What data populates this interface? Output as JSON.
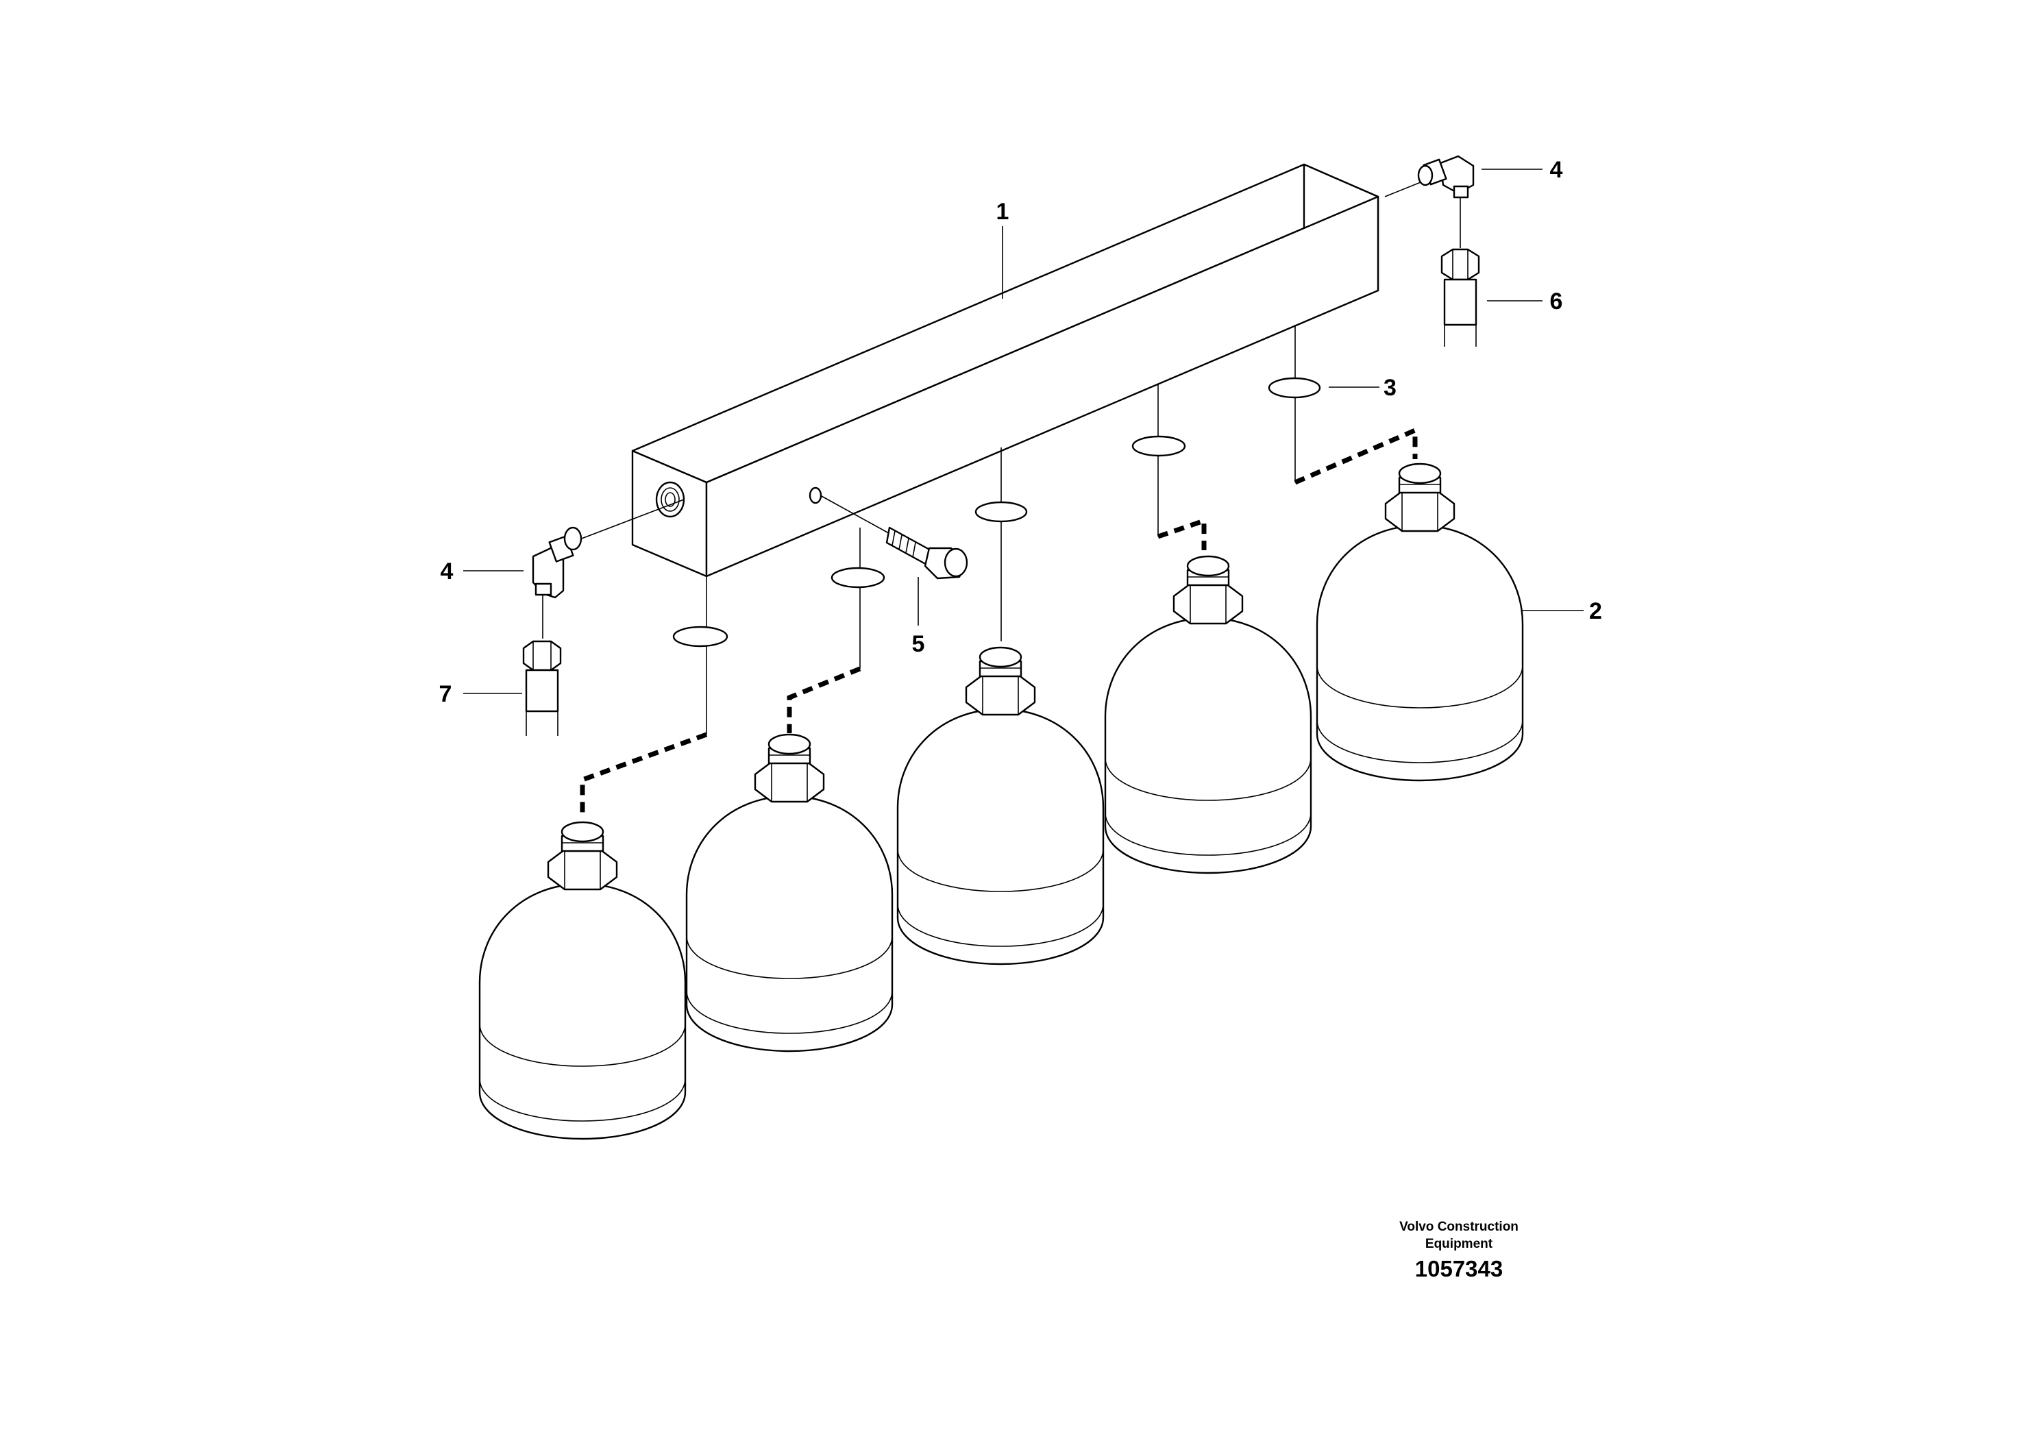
{
  "callouts": {
    "c1": "1",
    "c2": "2",
    "c3": "3",
    "c4_left": "4",
    "c4_right": "4",
    "c5": "5",
    "c6": "6",
    "c7": "7"
  },
  "credit": {
    "line1": "Volvo Construction",
    "line2": "Equipment",
    "number": "1057343"
  }
}
